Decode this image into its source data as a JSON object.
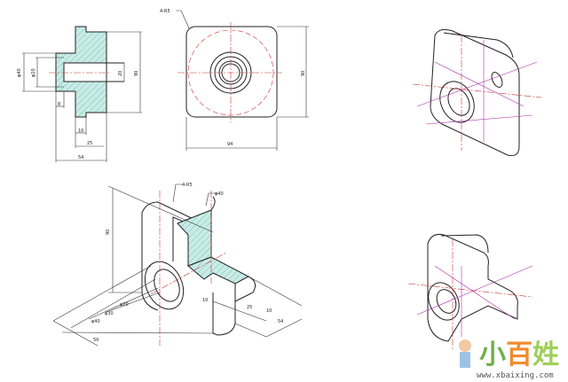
{
  "section_view": {
    "dims": [
      "φ40",
      "φ20",
      "20",
      "90",
      "8",
      "10",
      "25",
      "54"
    ]
  },
  "front_view": {
    "dims": [
      "4-R5",
      "90",
      "94"
    ]
  },
  "iso_section_view": {
    "dims": [
      "4-R5",
      "φ40",
      "90",
      "φ20",
      "φ30",
      "φ40",
      "50",
      "10",
      "25",
      "10",
      "54"
    ]
  },
  "watermark": {
    "chars": [
      "小",
      "百",
      "姓"
    ],
    "url": "www.xbaixing.com"
  },
  "colors": {
    "hatch": "#bfe3e0",
    "centerline": "#cc3333",
    "construction": "#aa33aa"
  }
}
